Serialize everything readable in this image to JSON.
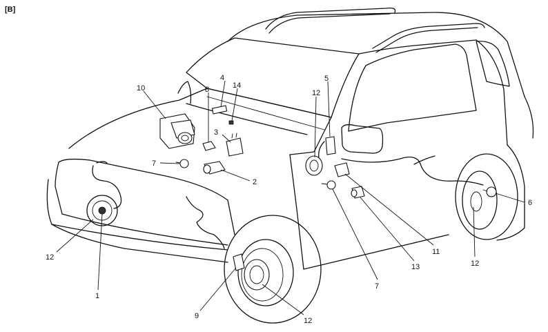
{
  "figure_tag": "[B]",
  "callouts": {
    "c1": "1",
    "c2": "2",
    "c3": "3",
    "c4": "4",
    "c5": "5",
    "c6": "6",
    "c7a": "7",
    "c7b": "7",
    "c8": "8",
    "c9": "9",
    "c10": "10",
    "c11": "11",
    "c12a": "12",
    "c12b": "12",
    "c12c": "12",
    "c12d": "12",
    "c13": "13",
    "c14": "14"
  }
}
